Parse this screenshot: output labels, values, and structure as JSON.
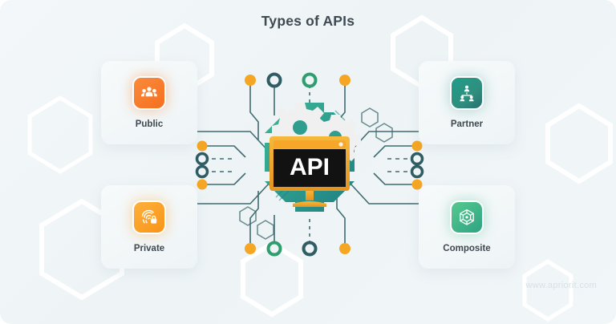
{
  "page": {
    "title": "Types of APIs",
    "background_color": "#f2f6f8",
    "watermark": "www.apriorit.com"
  },
  "center": {
    "screen_text": "API",
    "shape": "gear-octagon",
    "gear_color": "#ffffff",
    "body_color": "#2f9e8f",
    "monitor_frame_color": "#f0a830",
    "monitor_screen_color": "#151515"
  },
  "cards": [
    {
      "id": "public",
      "label": "Public",
      "icon": "users-group-icon",
      "accent": "#f4701f",
      "position": "top-left"
    },
    {
      "id": "private",
      "label": "Private",
      "icon": "fingerprint-lock-icon",
      "accent": "#f99417",
      "position": "bottom-left"
    },
    {
      "id": "partner",
      "label": "Partner",
      "icon": "org-hierarchy-icon",
      "accent": "#2f8f7e",
      "position": "top-right"
    },
    {
      "id": "composite",
      "label": "Composite",
      "icon": "hex-network-icon",
      "accent": "#2fa383",
      "position": "bottom-right"
    }
  ],
  "circuit_nodes": {
    "top": [
      "orange-dot",
      "dark-ring",
      "green-ring",
      "orange-dot"
    ],
    "bottom": [
      "orange-dot",
      "green-ring",
      "dark-ring",
      "orange-dot"
    ],
    "left": [
      "orange-dot",
      "dark-ring",
      "dark-ring",
      "orange-dot"
    ],
    "right": [
      "orange-dot",
      "dark-ring",
      "dark-ring",
      "orange-dot"
    ]
  },
  "colors": {
    "orange_node": "#f5a623",
    "dark_node": "#2f5d63",
    "green_node": "#2f9e6f",
    "trace": "#3f6b70",
    "title_text": "#404a52",
    "label_text": "#3f4950"
  }
}
